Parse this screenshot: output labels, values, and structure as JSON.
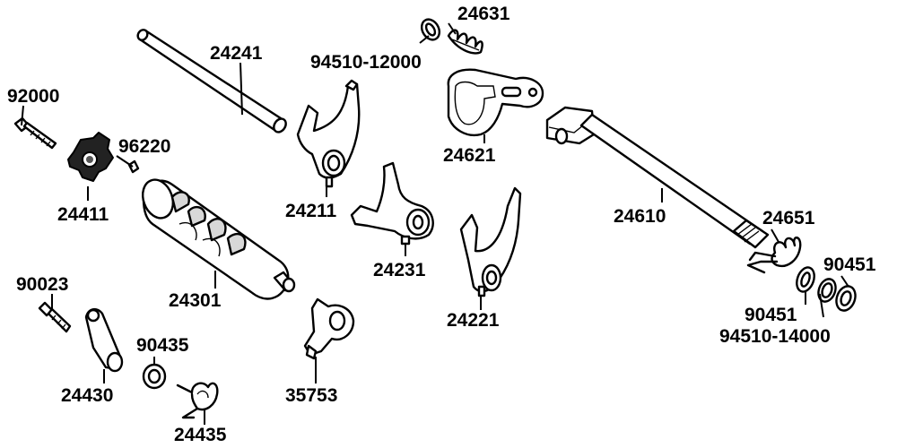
{
  "diagram": {
    "part_numbers": {
      "p24241": "24241",
      "p24631": "24631",
      "p94510_12000": "94510-12000",
      "p92000": "92000",
      "p96220": "96220",
      "p24411": "24411",
      "p24621": "24621",
      "p24211": "24211",
      "p24610": "24610",
      "p24651": "24651",
      "p90451_a": "90451",
      "p90451_b": "90451",
      "p94510_14000": "94510-14000",
      "p24231": "24231",
      "p24301": "24301",
      "p90023": "90023",
      "p24221": "24221",
      "p90435": "90435",
      "p24430": "24430",
      "p35753": "35753",
      "p24435": "24435"
    }
  }
}
